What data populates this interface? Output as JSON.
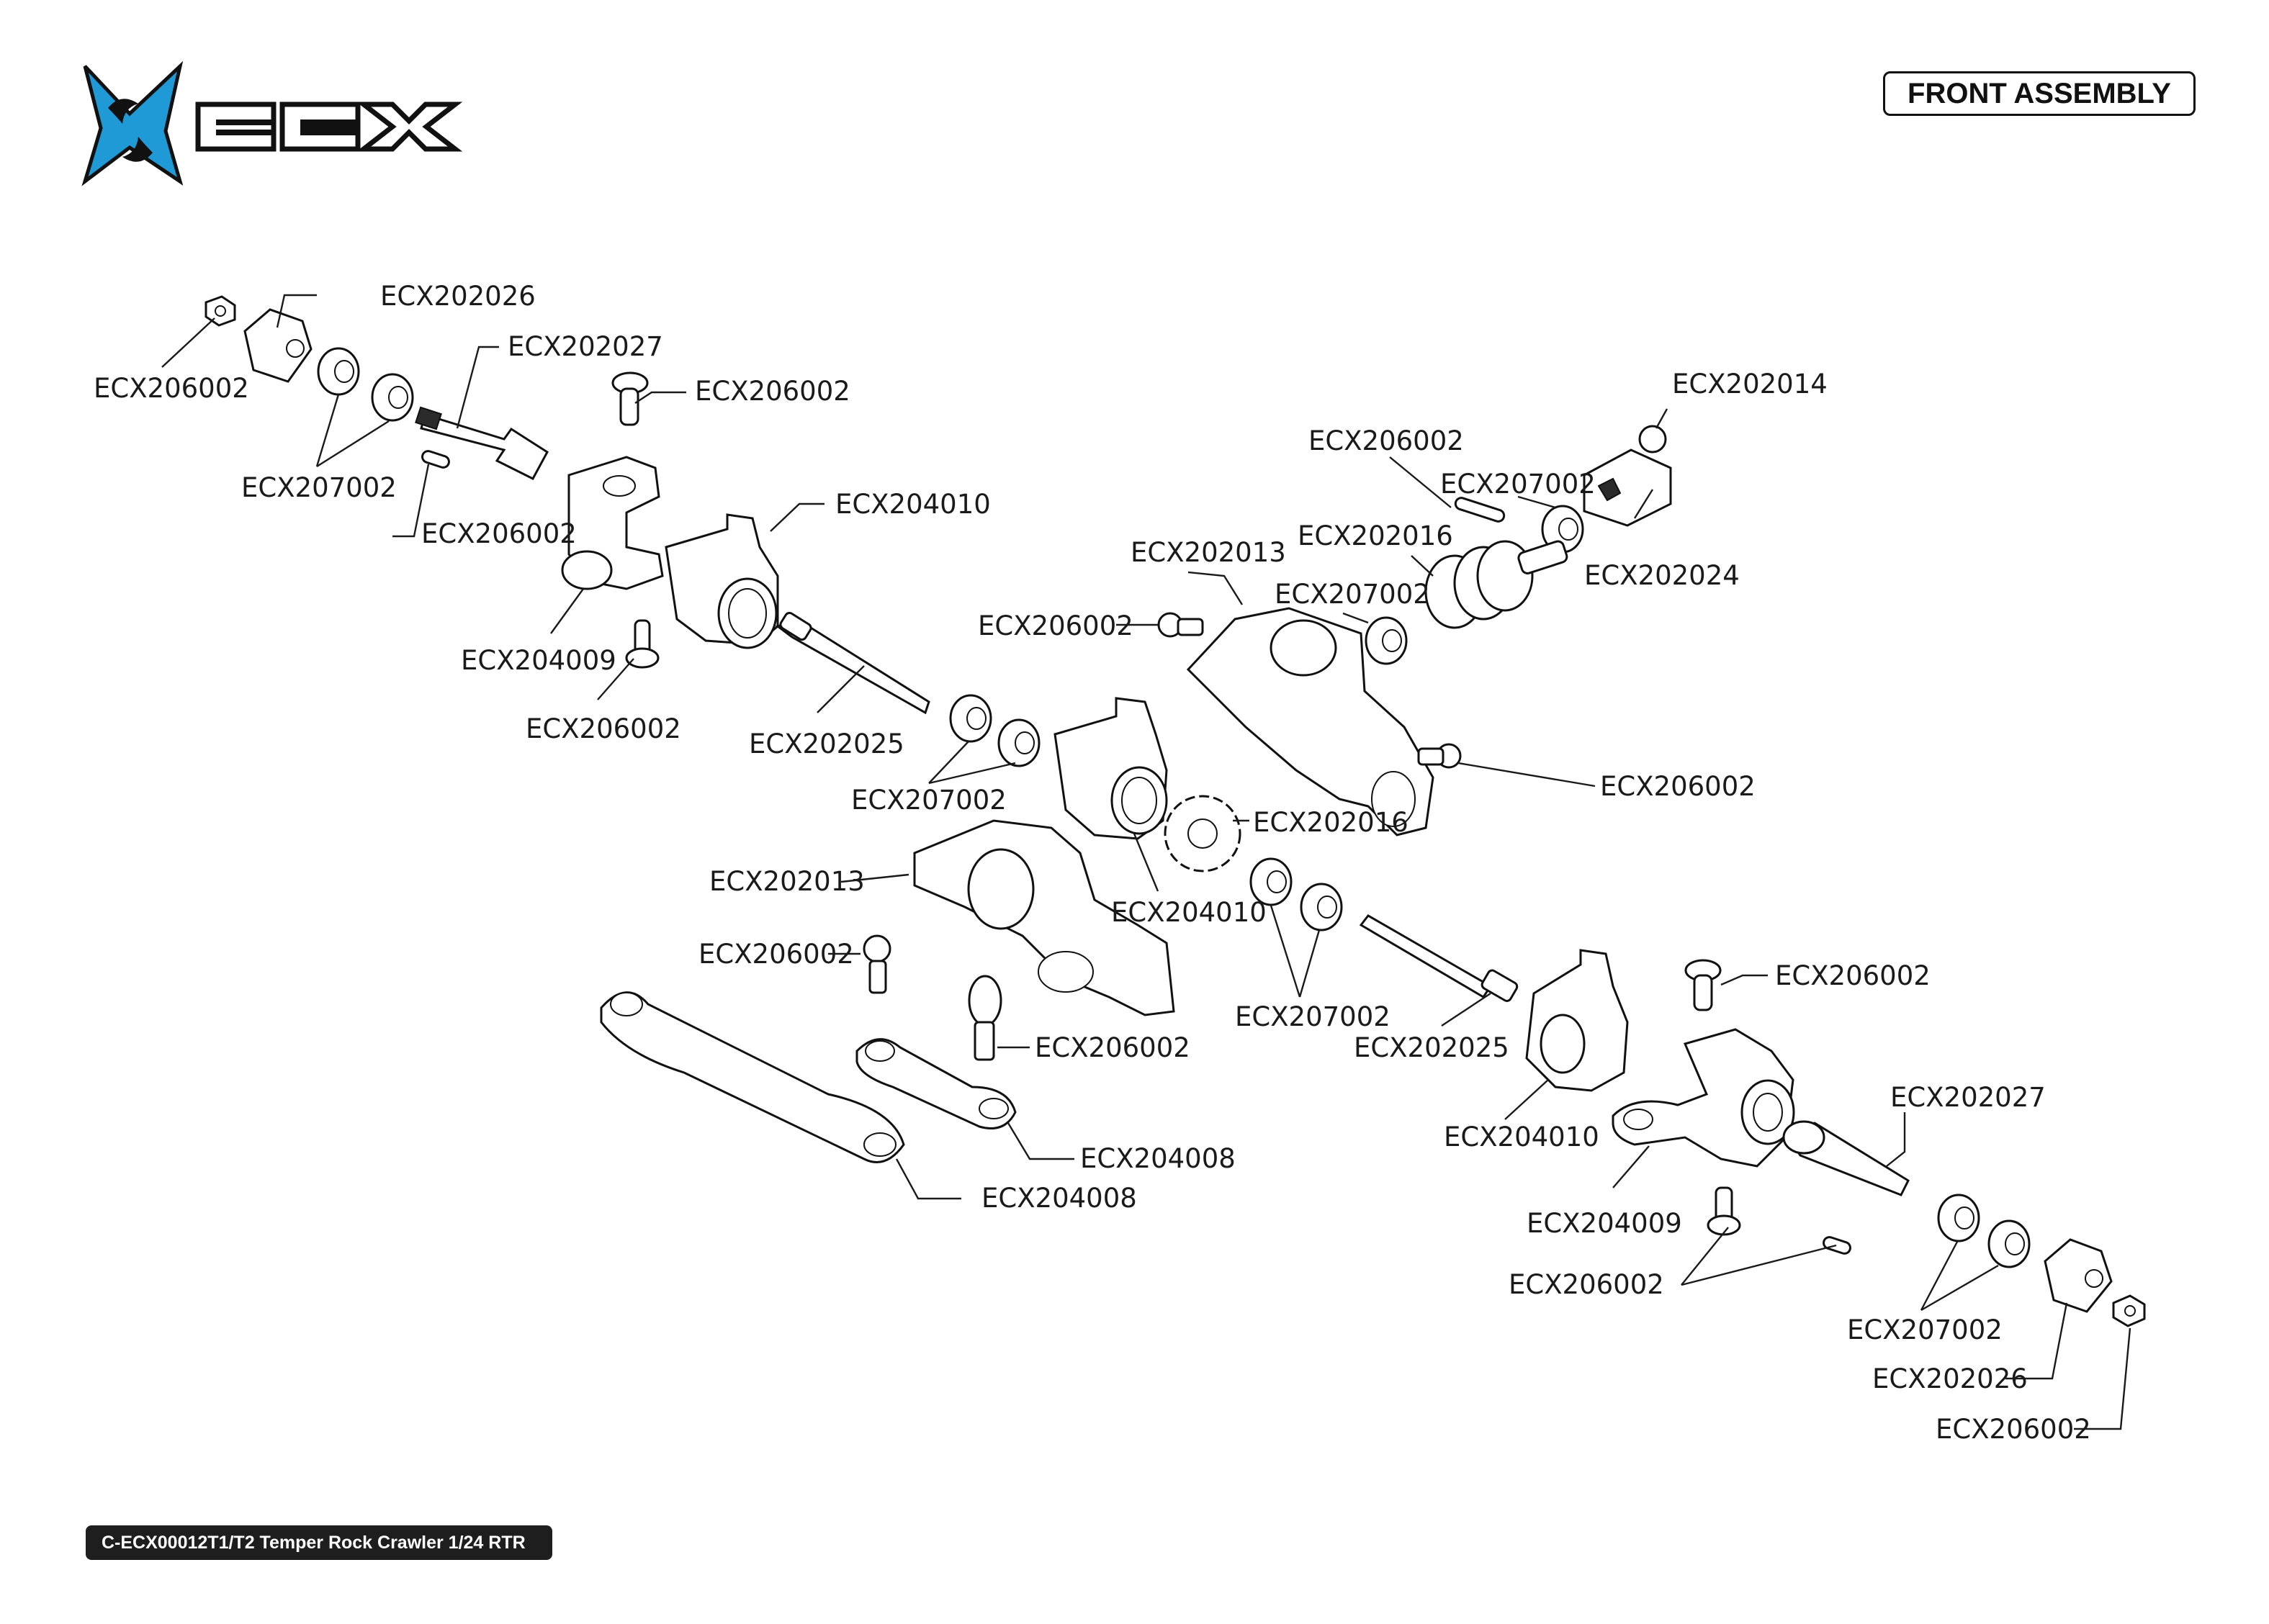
{
  "brand": {
    "name": "ECX",
    "accent_color": "#1f9ad6"
  },
  "header": {
    "title": "FRONT ASSEMBLY"
  },
  "footer": {
    "model": "C-ECX00012T1/T2 Temper Rock Crawler 1/24 RTR"
  },
  "callouts": [
    {
      "id": "c1",
      "label": "ECX202026"
    },
    {
      "id": "c2",
      "label": "ECX206002"
    },
    {
      "id": "c3",
      "label": "ECX202027"
    },
    {
      "id": "c4",
      "label": "ECX206002"
    },
    {
      "id": "c5",
      "label": "ECX207002"
    },
    {
      "id": "c6",
      "label": "ECX206002"
    },
    {
      "id": "c7",
      "label": "ECX204010"
    },
    {
      "id": "c8",
      "label": "ECX204009"
    },
    {
      "id": "c9",
      "label": "ECX206002"
    },
    {
      "id": "c10",
      "label": "ECX202025"
    },
    {
      "id": "c11",
      "label": "ECX207002"
    },
    {
      "id": "c12",
      "label": "ECX202014"
    },
    {
      "id": "c13",
      "label": "ECX206002"
    },
    {
      "id": "c14",
      "label": "ECX207002"
    },
    {
      "id": "c15",
      "label": "ECX202016"
    },
    {
      "id": "c16",
      "label": "ECX202024"
    },
    {
      "id": "c17",
      "label": "ECX202013"
    },
    {
      "id": "c18",
      "label": "ECX207002"
    },
    {
      "id": "c19",
      "label": "ECX206002"
    },
    {
      "id": "c20",
      "label": "ECX206002"
    },
    {
      "id": "c21",
      "label": "ECX202016"
    },
    {
      "id": "c22",
      "label": "ECX202013"
    },
    {
      "id": "c23",
      "label": "ECX204010"
    },
    {
      "id": "c24",
      "label": "ECX206002"
    },
    {
      "id": "c25",
      "label": "ECX206002"
    },
    {
      "id": "c26",
      "label": "ECX207002"
    },
    {
      "id": "c27",
      "label": "ECX202025"
    },
    {
      "id": "c28",
      "label": "ECX204008"
    },
    {
      "id": "c29",
      "label": "ECX204008"
    },
    {
      "id": "c30",
      "label": "ECX206002"
    },
    {
      "id": "c31",
      "label": "ECX204010"
    },
    {
      "id": "c32",
      "label": "ECX202027"
    },
    {
      "id": "c33",
      "label": "ECX204009"
    },
    {
      "id": "c34",
      "label": "ECX206002"
    },
    {
      "id": "c35",
      "label": "ECX207002"
    },
    {
      "id": "c36",
      "label": "ECX202026"
    },
    {
      "id": "c37",
      "label": "ECX206002"
    }
  ]
}
